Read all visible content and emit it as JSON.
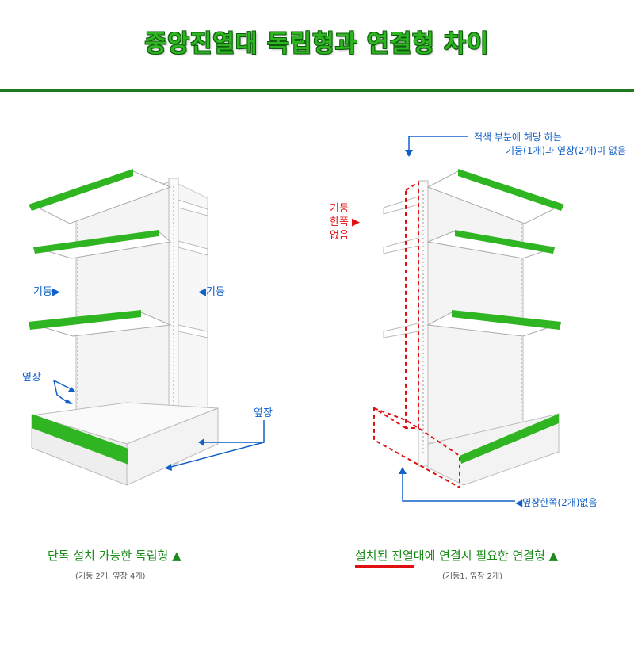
{
  "title": "중앙진열대 독립형과 연결형 차이",
  "left": {
    "label_column_left": "기둥▶",
    "label_column_right": "◀기둥",
    "label_side_panel_left": "옆장",
    "label_side_panel_right": "옆장",
    "caption": "단독 설치 가능한 독립형 ▲",
    "subcaption": "(기둥 2개, 옆장 4개)"
  },
  "right": {
    "note_line1": "적색 부분에 해당 하는",
    "note_line2": "기둥(1개)과 옆장(2개)이 없음",
    "red_label_line1": "기둥",
    "red_label_line2": "한쪽 ▶",
    "red_label_line3": "없음",
    "label_bottom": "◀옆장한쪽(2개)없음",
    "caption_underlined": "설치된 진열대",
    "caption_rest": "에 연결시 필요한 연결형 ▲",
    "subcaption": "(기둥1, 옆장 2개)"
  },
  "colors": {
    "green": "#2fb521",
    "blue": "#1060c8",
    "red": "#e01010",
    "rule": "#1f7a1f"
  }
}
